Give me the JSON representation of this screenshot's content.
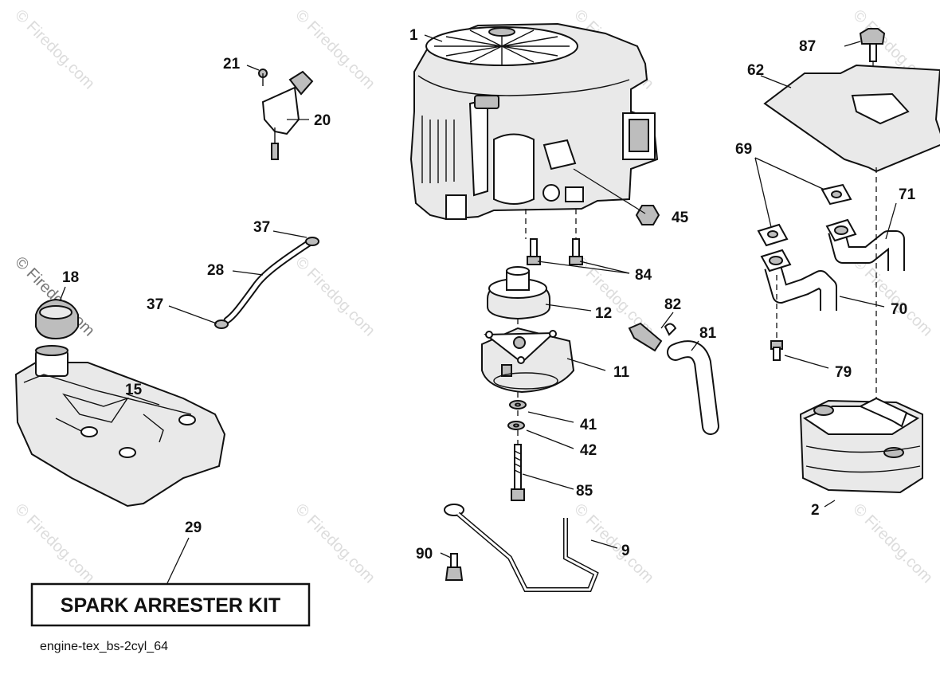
{
  "diagram": {
    "callouts": {
      "c1": "1",
      "c2": "2",
      "c9": "9",
      "c11": "11",
      "c12": "12",
      "c15": "15",
      "c18": "18",
      "c20": "20",
      "c21": "21",
      "c28": "28",
      "c29": "29",
      "c37a": "37",
      "c37b": "37",
      "c41": "41",
      "c42": "42",
      "c45": "45",
      "c62": "62",
      "c69": "69",
      "c70": "70",
      "c71": "71",
      "c79": "79",
      "c81": "81",
      "c82": "82",
      "c84": "84",
      "c85": "85",
      "c87": "87",
      "c90": "90"
    },
    "kit_label": "SPARK ARRESTER KIT",
    "diagram_code": "engine-tex_bs-2cyl_64",
    "watermark": "© Firedog.com"
  }
}
